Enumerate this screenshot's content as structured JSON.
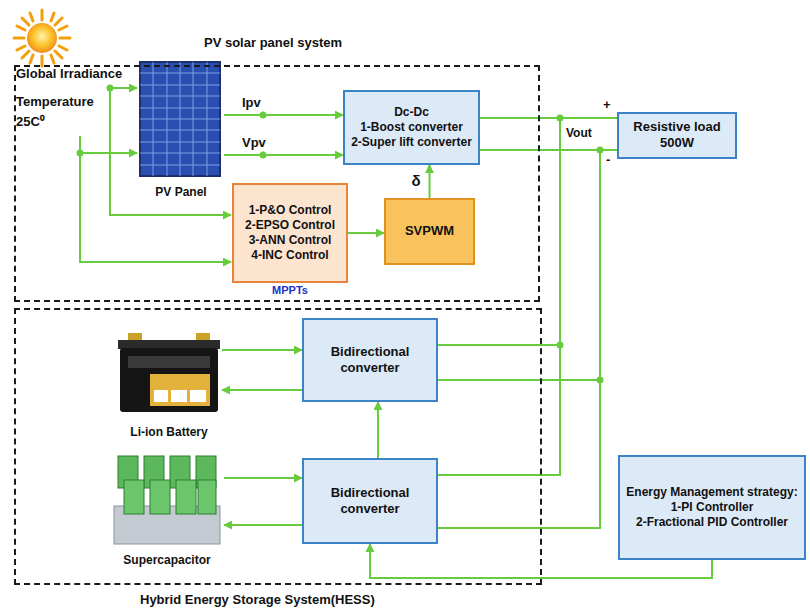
{
  "diagram": {
    "nodes": [
      {
        "text": [
          "PV solar panel system"
        ]
      },
      {
        "text": [
          "PV Panel"
        ],
        "in": 0
      },
      {
        "text": [
          "Dc-Dc",
          "1-Boost converter",
          "2-Super lift converter"
        ],
        "in": 0
      },
      {
        "text": [
          "1-P&O Control",
          "2-EPSO Control",
          "3-ANN Control",
          "4-INC Control",
          "MPPTs"
        ],
        "in": 0
      },
      {
        "text": [
          "SVPWM"
        ],
        "in": 0
      },
      {
        "text": [
          "Resistive load 500W"
        ]
      },
      {
        "text": [
          "Hybrid Energy Storage System(HESS)"
        ]
      },
      {
        "text": [
          "Li-ion Battery"
        ],
        "in": 6
      },
      {
        "text": [
          "Bidirectional converter"
        ],
        "in": 6
      },
      {
        "text": [
          "Supercapacitor"
        ],
        "in": 6
      },
      {
        "text": [
          "Bidirectional converter"
        ],
        "in": 6
      },
      {
        "text": [
          "Energy Management strategy:",
          "1-PI Controller",
          "2-Fractional PID Controller"
        ]
      }
    ],
    "edges": [
      {
        "from": 1,
        "to": 2,
        "label": "Ipv",
        "arrow": "to"
      },
      {
        "from": 1,
        "to": 2,
        "label": "Vpv",
        "arrow": "to"
      },
      {
        "from": 3,
        "to": 4,
        "arrow": "to"
      },
      {
        "from": 4,
        "to": 2,
        "label": "δ",
        "arrow": "to"
      },
      {
        "from": 2,
        "to": 5,
        "arrow": "none"
      },
      {
        "from": 2,
        "to": 5,
        "arrow": "none"
      },
      {
        "from": 7,
        "to": 8,
        "arrow": "to"
      },
      {
        "from": 8,
        "to": 7,
        "arrow": "to"
      },
      {
        "from": 8,
        "to": 5,
        "arrow": "none"
      },
      {
        "from": 8,
        "to": 5,
        "arrow": "none"
      },
      {
        "from": 9,
        "to": 10,
        "arrow": "to"
      },
      {
        "from": 10,
        "to": 9,
        "arrow": "to"
      },
      {
        "from": 10,
        "to": 5,
        "arrow": "none"
      },
      {
        "from": 10,
        "to": 5,
        "arrow": "none"
      },
      {
        "from": 10,
        "to": 8,
        "arrow": "to"
      },
      {
        "from": 11,
        "to": 10,
        "arrow": "to"
      }
    ],
    "labels": [
      "Global Irradiance",
      "Temperature 25C⁰",
      "+",
      "-",
      "Vout"
    ]
  }
}
